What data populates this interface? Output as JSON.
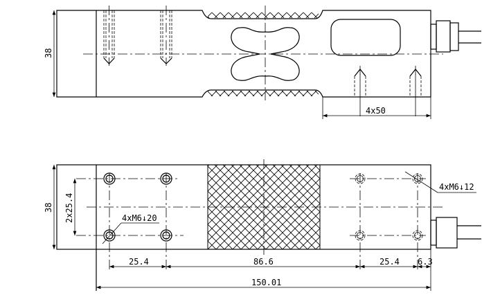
{
  "top_view": {
    "height_dim": "38",
    "hole_spacing_dim": "4x50"
  },
  "bottom_view": {
    "height_dim": "38",
    "hole_vertical_dim": "2x25.4",
    "left_thread_callout": "4xM6↓20",
    "right_thread_callout": "4xM6↓12",
    "dims": [
      "25.4",
      "86.6",
      "25.4",
      "6.3"
    ],
    "overall_length": "150.01"
  },
  "colors": {
    "line": "#000000",
    "background": "#ffffff"
  }
}
